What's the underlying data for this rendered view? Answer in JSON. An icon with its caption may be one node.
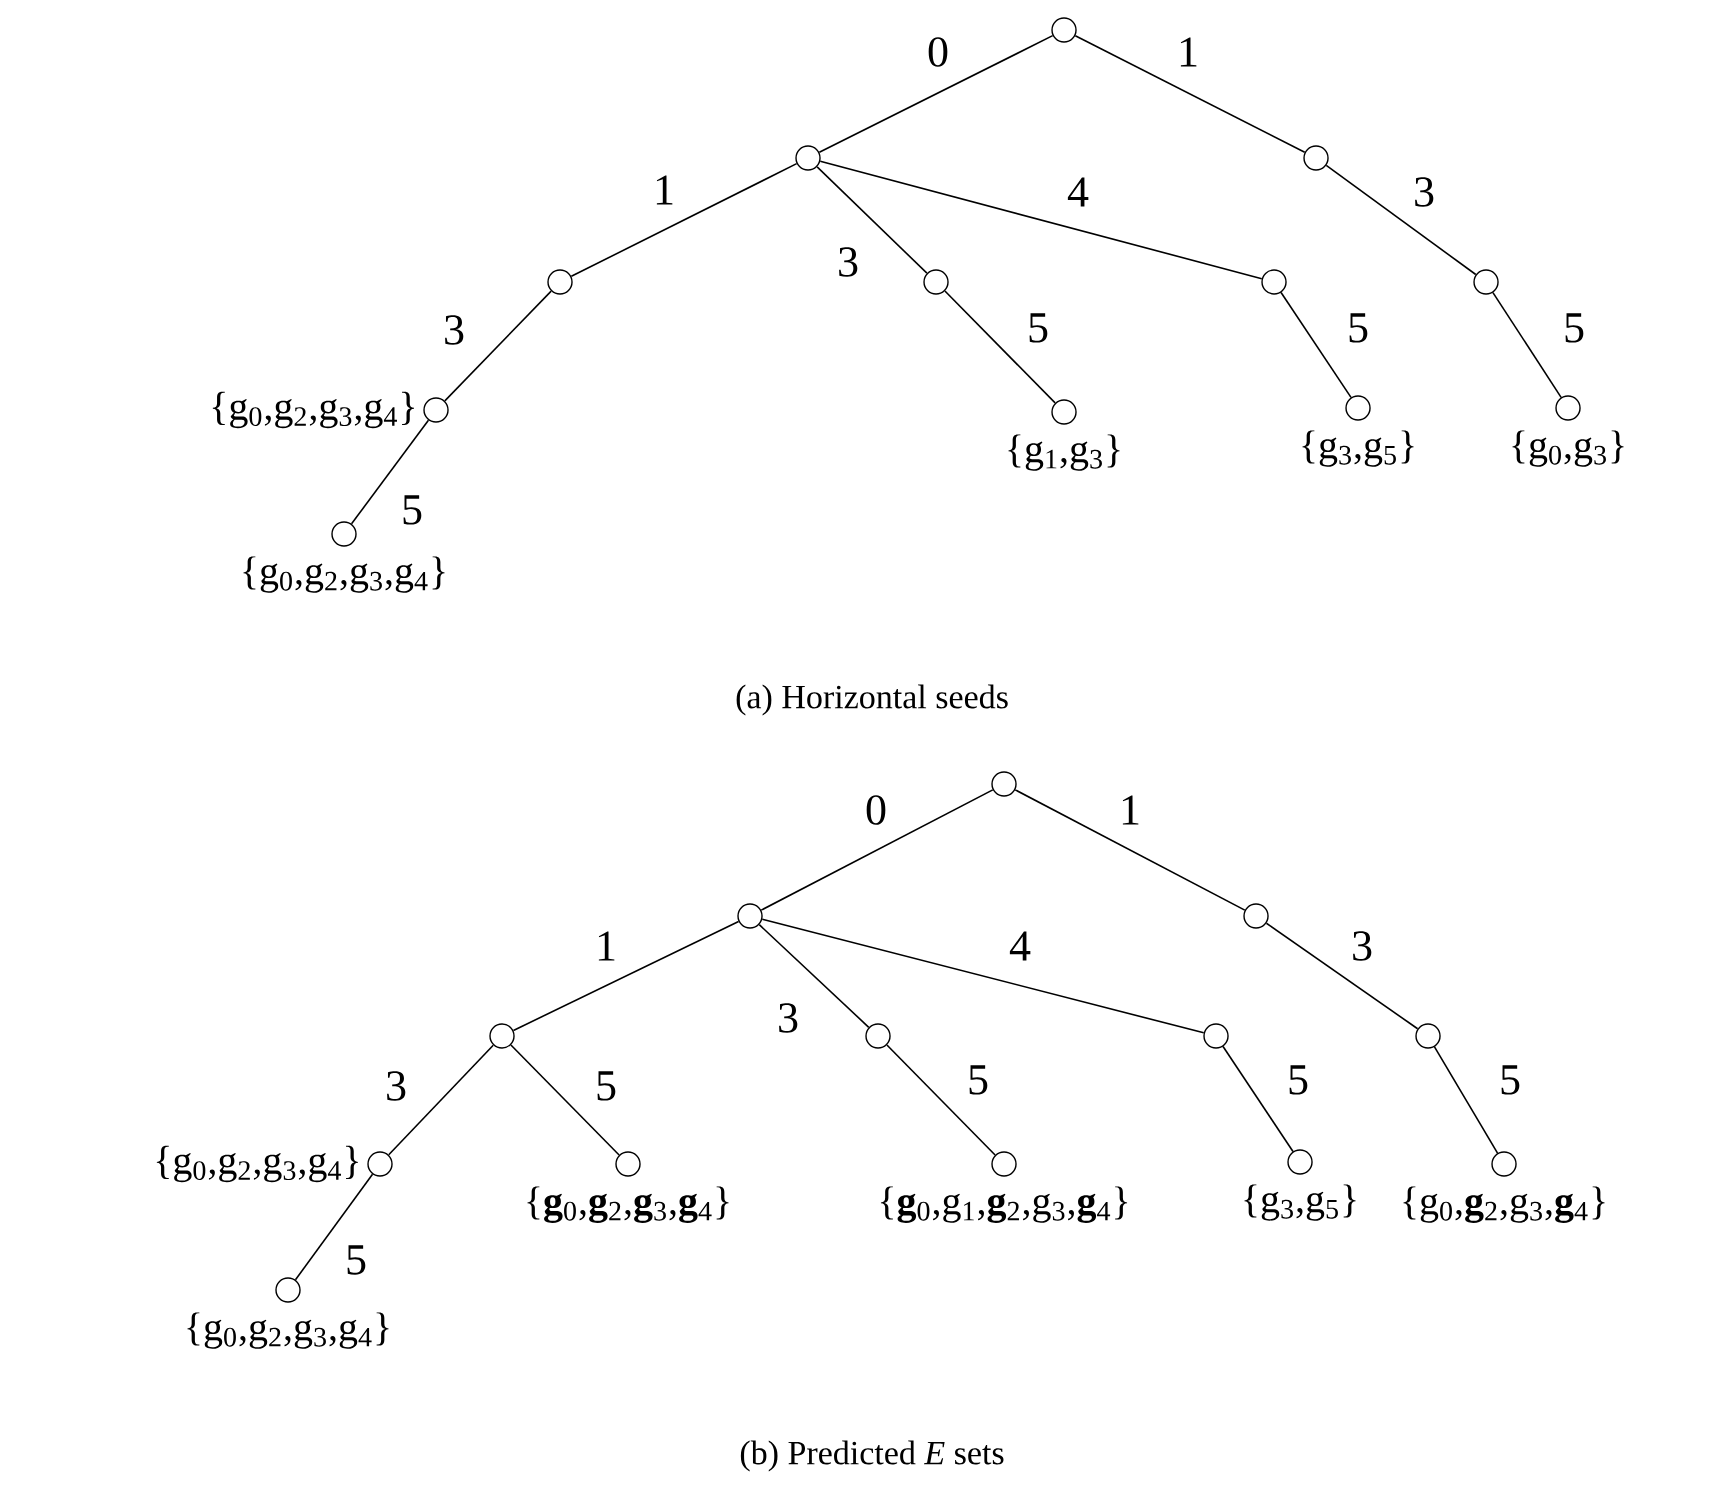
{
  "diagram": {
    "nodes": [
      {
        "text": [],
        "shape": "circle"
      },
      {
        "text": [],
        "shape": "circle"
      },
      {
        "text": [],
        "shape": "circle"
      },
      {
        "text": [],
        "shape": "circle"
      },
      {
        "text": [],
        "shape": "circle"
      },
      {
        "text": [],
        "shape": "circle"
      },
      {
        "text": [],
        "shape": "circle"
      },
      {
        "text": [],
        "shape": "circle",
        "beside": [
          "{g$_{0}$,g$_{2}$,g$_{3}$,g$_{4}$}"
        ]
      },
      {
        "text": [],
        "shape": "circle",
        "beside": [
          "{g$_{1}$,g$_{3}$}"
        ]
      },
      {
        "text": [],
        "shape": "circle",
        "beside": [
          "{g$_{3}$,g$_{5}$}"
        ]
      },
      {
        "text": [],
        "shape": "circle",
        "beside": [
          "{g$_{0}$,g$_{3}$}"
        ]
      },
      {
        "text": [],
        "shape": "circle",
        "beside": [
          "{g$_{0}$,g$_{2}$,g$_{3}$,g$_{4}$}"
        ]
      },
      {
        "text": [],
        "shape": "circle"
      },
      {
        "text": [],
        "shape": "circle"
      },
      {
        "text": [],
        "shape": "circle"
      },
      {
        "text": [],
        "shape": "circle"
      },
      {
        "text": [],
        "shape": "circle"
      },
      {
        "text": [],
        "shape": "circle"
      },
      {
        "text": [],
        "shape": "circle"
      },
      {
        "text": [],
        "shape": "circle",
        "beside": [
          "{g$_{0}$,g$_{2}$,g$_{3}$,g$_{4}$}"
        ]
      },
      {
        "text": [],
        "shape": "circle",
        "beside": [
          "{**g**$_{0}$,**g**$_{2}$,**g**$_{3}$,**g**$_{4}$}"
        ]
      },
      {
        "text": [],
        "shape": "circle",
        "beside": [
          "{**g**$_{0}$,g$_{1}$,**g**$_{2}$,g$_{3}$,**g**$_{4}$}"
        ]
      },
      {
        "text": [],
        "shape": "circle",
        "beside": [
          "{g$_{3}$,g$_{5}$}"
        ]
      },
      {
        "text": [],
        "shape": "circle",
        "beside": [
          "{g$_{0}$,**g**$_{2}$,g$_{3}$,**g**$_{4}$}"
        ]
      },
      {
        "text": [],
        "shape": "circle",
        "beside": [
          "{g$_{0}$,g$_{2}$,g$_{3}$,g$_{4}$}"
        ]
      }
    ],
    "edges": [
      {
        "from": 0,
        "to": 1,
        "arrow": "none",
        "label": "0"
      },
      {
        "from": 0,
        "to": 2,
        "arrow": "none",
        "label": "1"
      },
      {
        "from": 1,
        "to": 3,
        "arrow": "none",
        "label": "1"
      },
      {
        "from": 1,
        "to": 4,
        "arrow": "none",
        "label": "3"
      },
      {
        "from": 1,
        "to": 5,
        "arrow": "none",
        "label": "4"
      },
      {
        "from": 2,
        "to": 6,
        "arrow": "none",
        "label": "3"
      },
      {
        "from": 3,
        "to": 7,
        "arrow": "none",
        "label": "3"
      },
      {
        "from": 4,
        "to": 8,
        "arrow": "none",
        "label": "5"
      },
      {
        "from": 5,
        "to": 9,
        "arrow": "none",
        "label": "5"
      },
      {
        "from": 6,
        "to": 10,
        "arrow": "none",
        "label": "5"
      },
      {
        "from": 7,
        "to": 11,
        "arrow": "none",
        "label": "5"
      },
      {
        "from": 12,
        "to": 13,
        "arrow": "none",
        "label": "0"
      },
      {
        "from": 12,
        "to": 14,
        "arrow": "none",
        "label": "1"
      },
      {
        "from": 13,
        "to": 15,
        "arrow": "none",
        "label": "1"
      },
      {
        "from": 13,
        "to": 16,
        "arrow": "none",
        "label": "3"
      },
      {
        "from": 13,
        "to": 17,
        "arrow": "none",
        "label": "4"
      },
      {
        "from": 14,
        "to": 18,
        "arrow": "none",
        "label": "3"
      },
      {
        "from": 15,
        "to": 19,
        "arrow": "none",
        "label": "3"
      },
      {
        "from": 15,
        "to": 20,
        "arrow": "none",
        "label": "5"
      },
      {
        "from": 16,
        "to": 21,
        "arrow": "none",
        "label": "5"
      },
      {
        "from": 17,
        "to": 22,
        "arrow": "none",
        "label": "5"
      },
      {
        "from": 18,
        "to": 23,
        "arrow": "none",
        "label": "5"
      },
      {
        "from": 19,
        "to": 24,
        "arrow": "none",
        "label": "5"
      }
    ],
    "labels": [
      "(a) Horizontal seeds",
      "(b) Predicted *E* sets"
    ]
  }
}
